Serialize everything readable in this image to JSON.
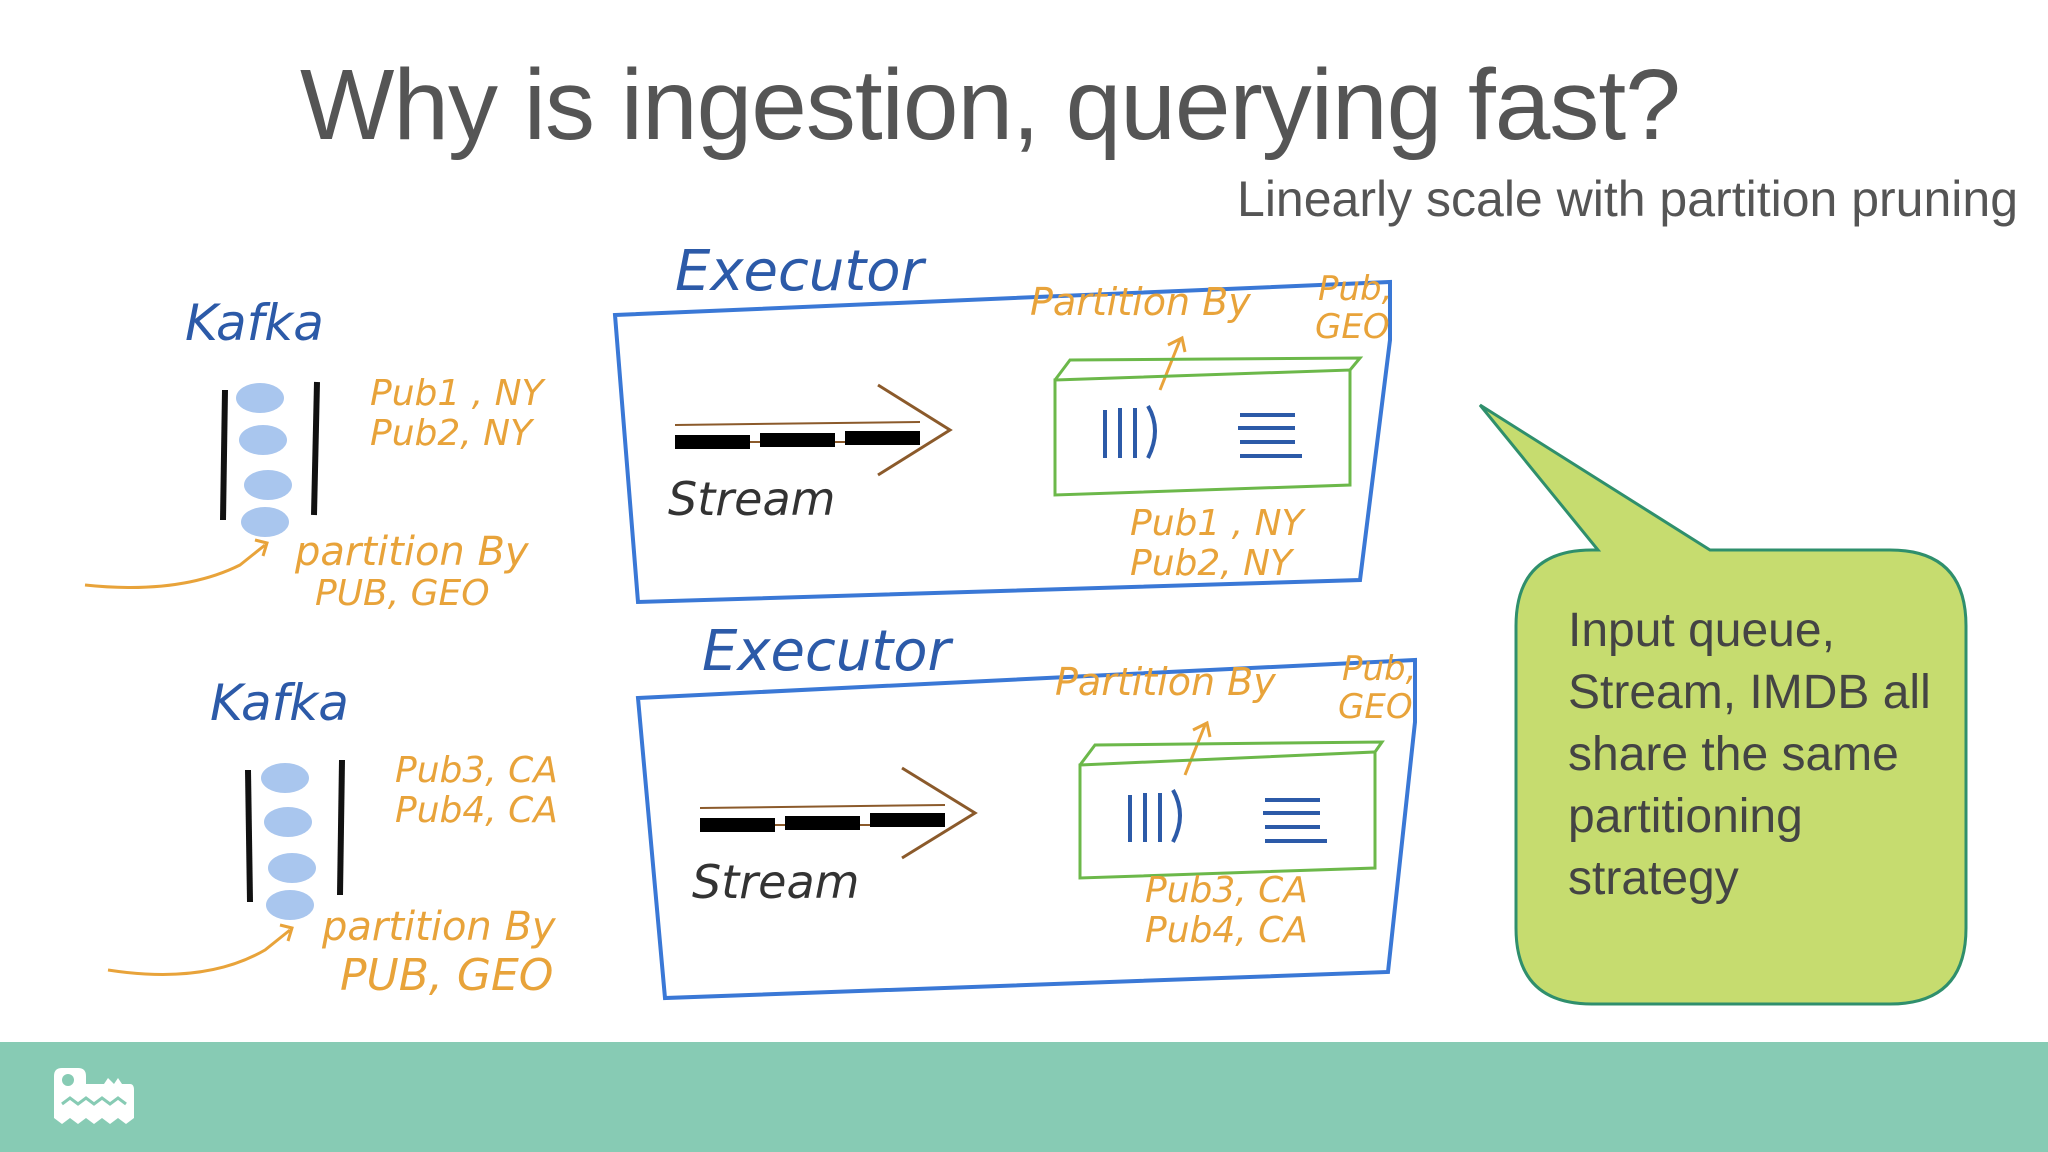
{
  "slide": {
    "title": "Why is ingestion, querying fast?",
    "subtitle": "Linearly scale with partition pruning"
  },
  "diagram": {
    "top": {
      "kafka_label": "Kafka",
      "kafka_partitions": "Pub1 , NY\nPub2, NY",
      "kafka_partition_by": "partition By",
      "kafka_partition_keys": "PUB, GEO",
      "executor_label": "Executor",
      "stream_label": "Stream",
      "imdb_partition_by": "Partition By",
      "imdb_partition_keys": "Pub, GEO",
      "imdb_line1": "Pub1 , NY",
      "imdb_line2": "Pub2, NY"
    },
    "bottom": {
      "kafka_label": "Kafka",
      "kafka_line1": "Pub3, CA",
      "kafka_line2": "Pub4, CA",
      "kafka_partition_by": "partition By",
      "kafka_partition_keys": "PUB, GEO",
      "executor_label": "Executor",
      "stream_label": "Stream",
      "imdb_partition_by": "Partition By",
      "imdb_partition_keys": "Pub, GEO",
      "imdb_line1": "Pub3, CA",
      "imdb_line2": "Pub4, CA"
    }
  },
  "callout": {
    "text": "Input queue, Stream, IMDB all share the same partitioning strategy",
    "fill_color": "#c6dc6f",
    "stroke_color": "#2f8f6c"
  },
  "colors": {
    "handwriting_orange": "#e8a33a",
    "handwriting_blue": "#2c5aa8",
    "box_blue": "#3a78d6",
    "imdb_green": "#6cb84a",
    "queue_dot": "#a9c6ee",
    "footer": "#87cbb4"
  },
  "footer": {
    "logo_icon": "crocodile-icon"
  }
}
